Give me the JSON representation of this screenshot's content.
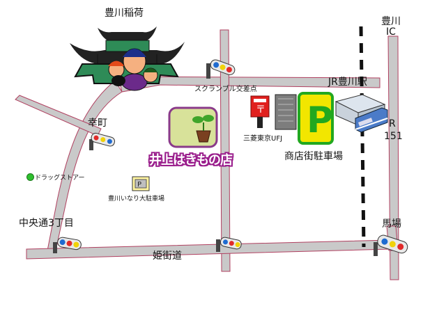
{
  "map": {
    "title_temple": "豊川稲荷",
    "ic_line1": "豊川",
    "ic_line2": "IC",
    "scramble": "スクランブル交差点",
    "jr_station": "JR豊川駅",
    "saiwaicho": "幸町",
    "route_r": "R",
    "route_num": "151",
    "bank": "三菱東京UFJ",
    "shop_name": "井上はきもの店",
    "parking_shopping": "商店街駐車場",
    "drugstore": "ドラッグストアー",
    "parking_sign_letter": "P",
    "inari_parking": "豊川いなり大駐車場",
    "chuodori": "中央通3丁目",
    "baba": "馬場",
    "himekaido": "姫街道"
  },
  "colors": {
    "road": "#c9c9c9",
    "road_edge": "#b04060",
    "parking_bg": "#f2e600",
    "parking_border": "#22a81f",
    "shop_text_outline": "#9a1e8c",
    "post_red": "#e0201e",
    "drug_dot": "#2fbf2f"
  },
  "icons": [
    "temple-icon",
    "traffic-light-icon",
    "plant-icon",
    "post-box-icon",
    "bank-building-icon",
    "parking-sign-icon",
    "train-icon",
    "small-parking-icon"
  ]
}
